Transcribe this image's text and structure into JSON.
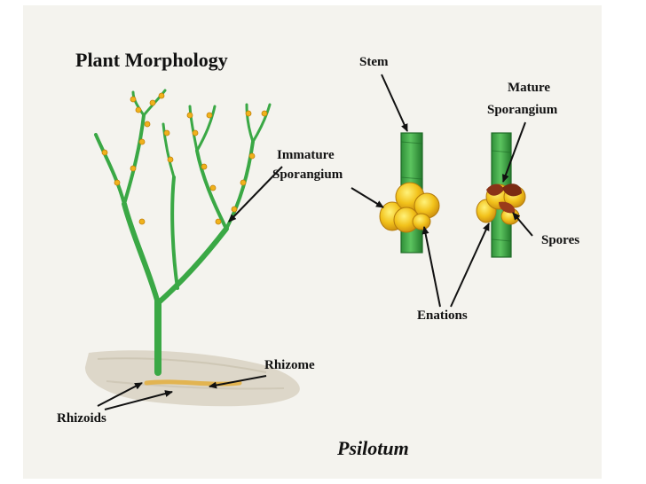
{
  "title": "Plant Morphology",
  "species": "Psilotum",
  "labels": {
    "stem": "Stem",
    "mature_sporangium_line1": "Mature",
    "mature_sporangium_line2": "Sporangium",
    "immature_sporangium_line1": "Immature",
    "immature_sporangium_line2": "Sporangium",
    "spores": "Spores",
    "enations": "Enations",
    "rhizome": "Rhizome",
    "rhizoids": "Rhizoids"
  },
  "colors": {
    "stem_green": "#3aa845",
    "stem_dark": "#1f6b27",
    "sporangium_yellow": "#f2c21b",
    "sporangium_orange": "#d89a12",
    "spore_brown": "#8a3318",
    "soil": "#d8d2c2"
  }
}
